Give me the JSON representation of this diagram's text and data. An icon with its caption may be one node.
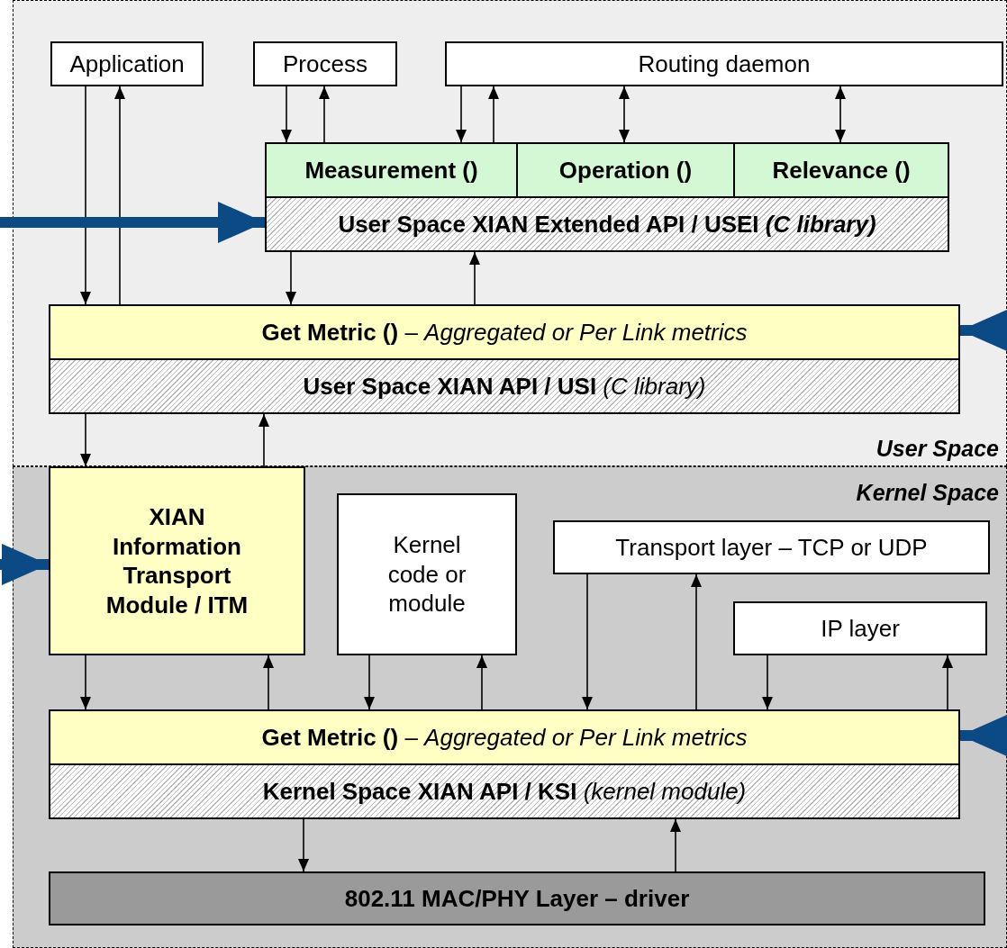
{
  "diagram": {
    "nodes": [
      {
        "text": [
          "User Space"
        ]
      },
      {
        "text": [
          "Kernel Space"
        ]
      },
      {
        "text": [
          "Application"
        ],
        "in": 0
      },
      {
        "text": [
          "Process"
        ],
        "in": 0
      },
      {
        "text": [
          "Routing daemon"
        ],
        "in": 0
      },
      {
        "text": [
          "Measurement ()"
        ],
        "in": 0
      },
      {
        "text": [
          "Operation ()"
        ],
        "in": 0
      },
      {
        "text": [
          "Relevance ()"
        ],
        "in": 0
      },
      {
        "text": [
          "User Space XIAN Extended API / USEI *(C library)*"
        ],
        "in": 0
      },
      {
        "text": [
          "**Get Metric ()** – *Aggregated or Per Link metrics*"
        ],
        "in": 0
      },
      {
        "text": [
          "**User Space XIAN API / USI** *(C library)*"
        ],
        "in": 0
      },
      {
        "text": [
          "XIAN Information Transport Module / ITM"
        ],
        "in": 1
      },
      {
        "text": [
          "Kernel code or module"
        ],
        "in": 1
      },
      {
        "text": [
          "Transport layer – TCP or UDP"
        ],
        "in": 1
      },
      {
        "text": [
          "IP layer"
        ],
        "in": 1
      },
      {
        "text": [
          "**Get Metric ()** – *Aggregated or Per Link metrics*"
        ],
        "in": 1
      },
      {
        "text": [
          "**Kernel Space XIAN API / KSI** *(kernel module)*"
        ],
        "in": 1
      },
      {
        "text": [
          "802.11 MAC/PHY Layer – driver"
        ],
        "in": 1
      }
    ],
    "edges": [
      {
        "from": 2,
        "to": 9,
        "arrow": "to"
      },
      {
        "from": 9,
        "to": 2,
        "arrow": "to"
      },
      {
        "from": 3,
        "to": 5,
        "arrow": "to"
      },
      {
        "from": 5,
        "to": 3,
        "arrow": "to"
      },
      {
        "from": 4,
        "to": 5,
        "arrow": "to"
      },
      {
        "from": 5,
        "to": 4,
        "arrow": "to"
      },
      {
        "from": 4,
        "to": 6,
        "arrow": "both"
      },
      {
        "from": 4,
        "to": 7,
        "arrow": "both"
      },
      {
        "from": 8,
        "to": 9,
        "arrow": "to"
      },
      {
        "from": 9,
        "to": 8,
        "arrow": "to"
      },
      {
        "from": null,
        "to": 8,
        "arrow": "to",
        "style": "thick",
        "color": "#0b4a85"
      },
      {
        "from": null,
        "to": 9,
        "arrow": "to",
        "style": "thick",
        "color": "#0b4a85"
      },
      {
        "from": null,
        "to": 11,
        "arrow": "to",
        "style": "thick",
        "color": "#0b4a85"
      },
      {
        "from": null,
        "to": 15,
        "arrow": "to",
        "style": "thick",
        "color": "#0b4a85"
      },
      {
        "from": 10,
        "to": 11,
        "arrow": "to"
      },
      {
        "from": 11,
        "to": 10,
        "arrow": "to"
      },
      {
        "from": 11,
        "to": 15,
        "arrow": "to"
      },
      {
        "from": 15,
        "to": 11,
        "arrow": "to"
      },
      {
        "from": 12,
        "to": 15,
        "arrow": "to"
      },
      {
        "from": 15,
        "to": 12,
        "arrow": "to"
      },
      {
        "from": 13,
        "to": 15,
        "arrow": "to"
      },
      {
        "from": 15,
        "to": 13,
        "arrow": "to"
      },
      {
        "from": 14,
        "to": 15,
        "arrow": "to"
      },
      {
        "from": 15,
        "to": 14,
        "arrow": "to"
      },
      {
        "from": 16,
        "to": 17,
        "arrow": "to"
      },
      {
        "from": 17,
        "to": 16,
        "arrow": "to"
      }
    ]
  }
}
